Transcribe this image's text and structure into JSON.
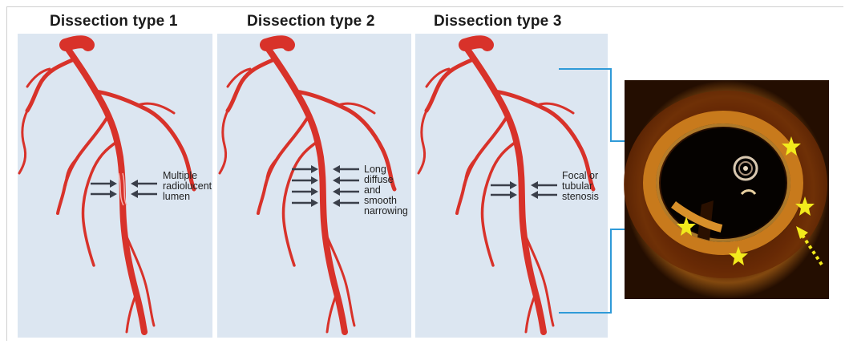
{
  "panels": [
    {
      "title": "Dissection type 1",
      "label_lines": [
        "Multiple",
        "radiolucent",
        "lumen"
      ]
    },
    {
      "title": "Dissection type 2",
      "label_lines": [
        "Long",
        "diffuse",
        "and",
        "smooth",
        "narrowing"
      ]
    },
    {
      "title": "Dissection type 3",
      "label_lines": [
        "Focal or",
        "tubular",
        "stenosis"
      ]
    }
  ],
  "colors": {
    "panel_bg": "#dce6f1",
    "artery": "#d8322a",
    "arrow": "#3a3f4a",
    "connector": "#2f9ad8",
    "star": "#f2ea1c"
  },
  "oct_image": {
    "icon": "oct-cross-section-image"
  }
}
